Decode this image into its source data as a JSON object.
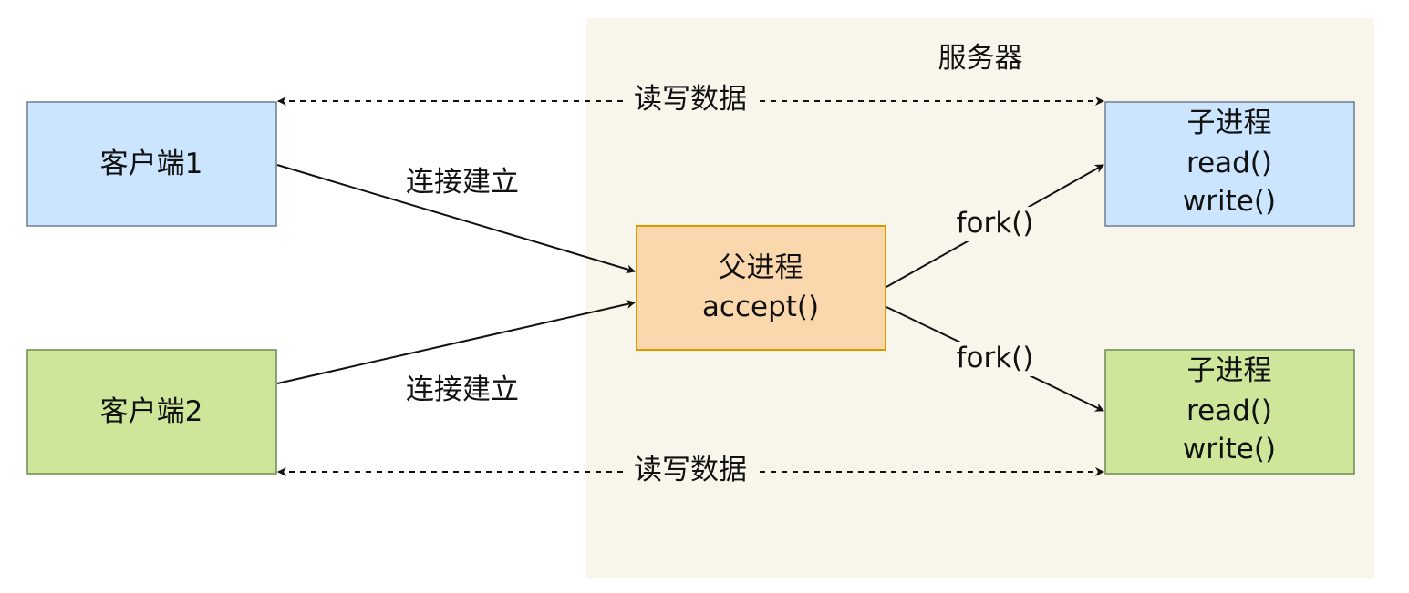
{
  "server": {
    "title": "服务器",
    "bg_color": "#f8f5ea"
  },
  "nodes": {
    "client1": {
      "label": "客户端1",
      "fill": "#cce5ff",
      "stroke": "#6b7d93"
    },
    "client2": {
      "label": "客户端2",
      "fill": "#cde699",
      "stroke": "#6f8a52"
    },
    "parent": {
      "lines": [
        "父进程",
        "accept()"
      ],
      "fill": "#fad7ac",
      "stroke": "#d79b00"
    },
    "child1": {
      "lines": [
        "子进程",
        "read()",
        "write()"
      ],
      "fill": "#cce5ff",
      "stroke": "#6b7d93"
    },
    "child2": {
      "lines": [
        "子进程",
        "read()",
        "write()"
      ],
      "fill": "#cde699",
      "stroke": "#6f8a52"
    }
  },
  "edges": {
    "connect1": "连接建立",
    "connect2": "连接建立",
    "fork1": "fork()",
    "fork2": "fork()",
    "rw1": "读写数据",
    "rw2": "读写数据"
  }
}
